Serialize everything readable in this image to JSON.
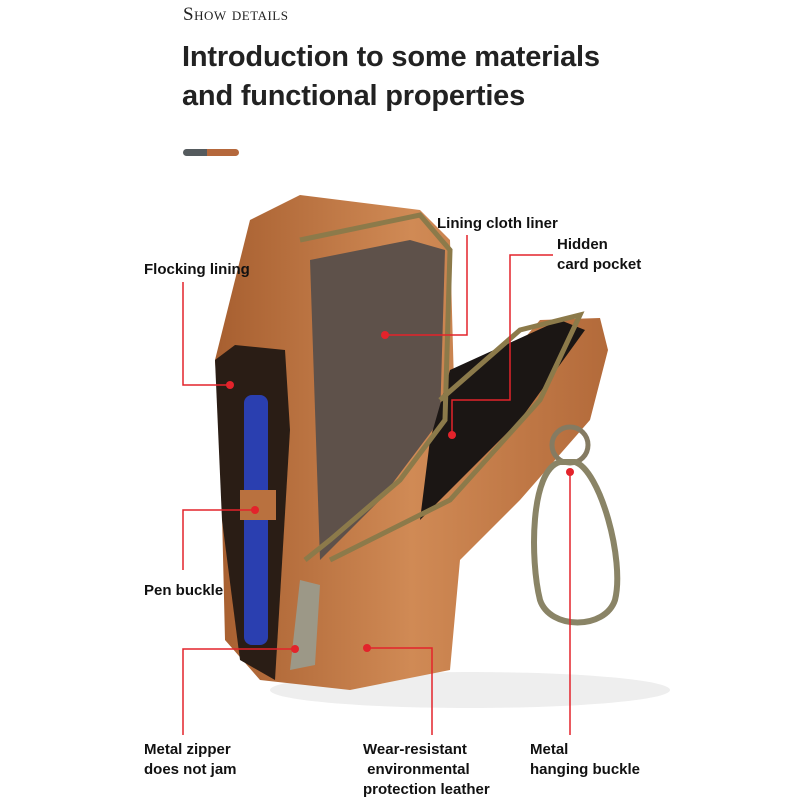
{
  "header": {
    "subtitle": "Show details",
    "title_line1": "Introduction to some materials",
    "title_line2": "and functional properties"
  },
  "colors": {
    "accent": "#e3232b",
    "leather": "#c07a45",
    "grey": "#555b5e"
  },
  "callouts": [
    {
      "line1": "Flocking lining",
      "line2": ""
    },
    {
      "line1": "Lining cloth liner",
      "line2": ""
    },
    {
      "line1": "Hidden",
      "line2": "card pocket"
    },
    {
      "line1": "Pen buckle",
      "line2": ""
    },
    {
      "line1": "Metal zipper",
      "line2": "does not jam"
    },
    {
      "line1": "Wear-resistant",
      "line2": " environmental",
      "line3": "protection leather"
    },
    {
      "line1": "Metal",
      "line2": "hanging buckle"
    }
  ]
}
